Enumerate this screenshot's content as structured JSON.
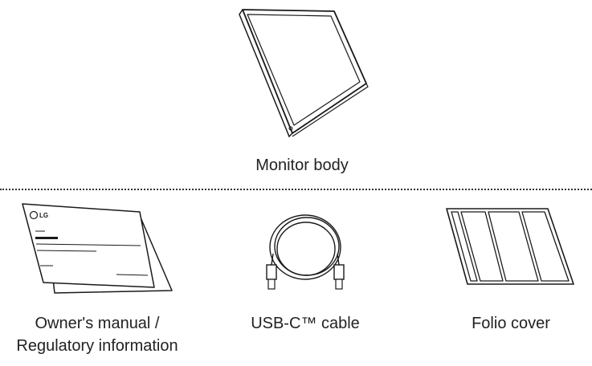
{
  "items": {
    "monitor": {
      "caption": "Monitor body",
      "icon": "monitor-icon"
    },
    "manual": {
      "caption_line1": "Owner's manual /",
      "caption_line2": "Regulatory information",
      "logo_text": "LG",
      "icon": "manual-icon"
    },
    "cable": {
      "caption": "USB-C™ cable",
      "icon": "usb-c-cable-icon"
    },
    "folio": {
      "caption": "Folio cover",
      "icon": "folio-cover-icon"
    }
  },
  "colors": {
    "line": "#1a1a1a",
    "fill": "#ffffff",
    "text": "#222222"
  }
}
